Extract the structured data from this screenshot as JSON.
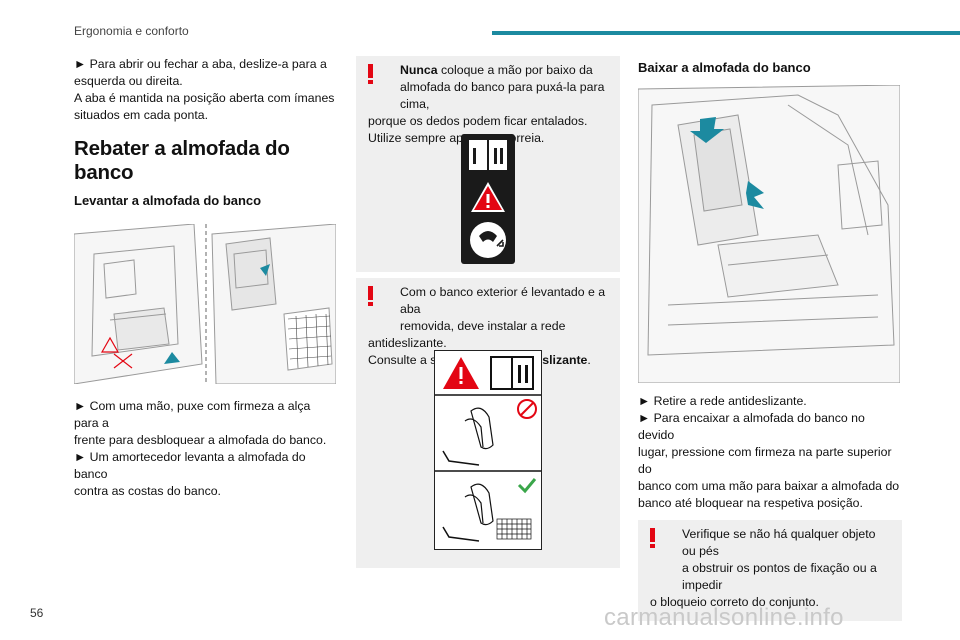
{
  "header": {
    "section_title": "Ergonomia e conforto"
  },
  "col1": {
    "para1_line1": "► Para abrir ou fechar a aba, deslize-a para a",
    "para1_line2": "esquerda ou direita.",
    "para1_line3": "A aba é mantida na posição aberta com ímanes",
    "para1_line4": "situados em cada ponta.",
    "heading": "Rebater a almofada do banco",
    "subheading": "Levantar a almofada do banco",
    "para2_line1": "► Com uma mão, puxe com firmeza a alça para a",
    "para2_line2": "frente para desbloquear a almofada do banco.",
    "para2_line3": "► Um amortecedor levanta a almofada do banco",
    "para2_line4": "contra as costas do banco."
  },
  "col2": {
    "warn1_bold": "Nunca",
    "warn1_line1_rest": " coloque a mão por baixo da",
    "warn1_line2": "almofada do banco para puxá-la para cima,",
    "warn1_line3": "porque os dedos podem ficar entalados.",
    "warn1_line4": "Utilize sempre apenas a correia.",
    "warn2_line1": "Com o banco exterior é levantado e a aba",
    "warn2_line2": "removida, deve instalar a rede",
    "warn2_line3": "antideslizante.",
    "warn2_line4_pre": "Consulte a secção ",
    "warn2_line4_bold": "Rede antideslizante",
    "warn2_line4_post": "."
  },
  "col3": {
    "subheading": "Baixar a almofada do banco",
    "para_line1": "► Retire a rede antideslizante.",
    "para_line2": "► Para encaixar a almofada do banco no devido",
    "para_line3": "lugar, pressione com firmeza na parte superior do",
    "para_line4": "banco com uma mão para baixar a almofada do",
    "para_line5": "banco até bloquear na respetiva posição.",
    "warn_line1": "Verifique se não há qualquer objeto ou pés",
    "warn_line2": "a obstruir os pontos de fixação ou a impedir",
    "warn_line3": "o bloqueio correto do conjunto."
  },
  "footer": {
    "page_number": "56",
    "watermark": "carmanualsonline.info"
  },
  "colors": {
    "accent": "#1c8aa0",
    "warning": "#e30613",
    "box_bg": "#efefef"
  }
}
